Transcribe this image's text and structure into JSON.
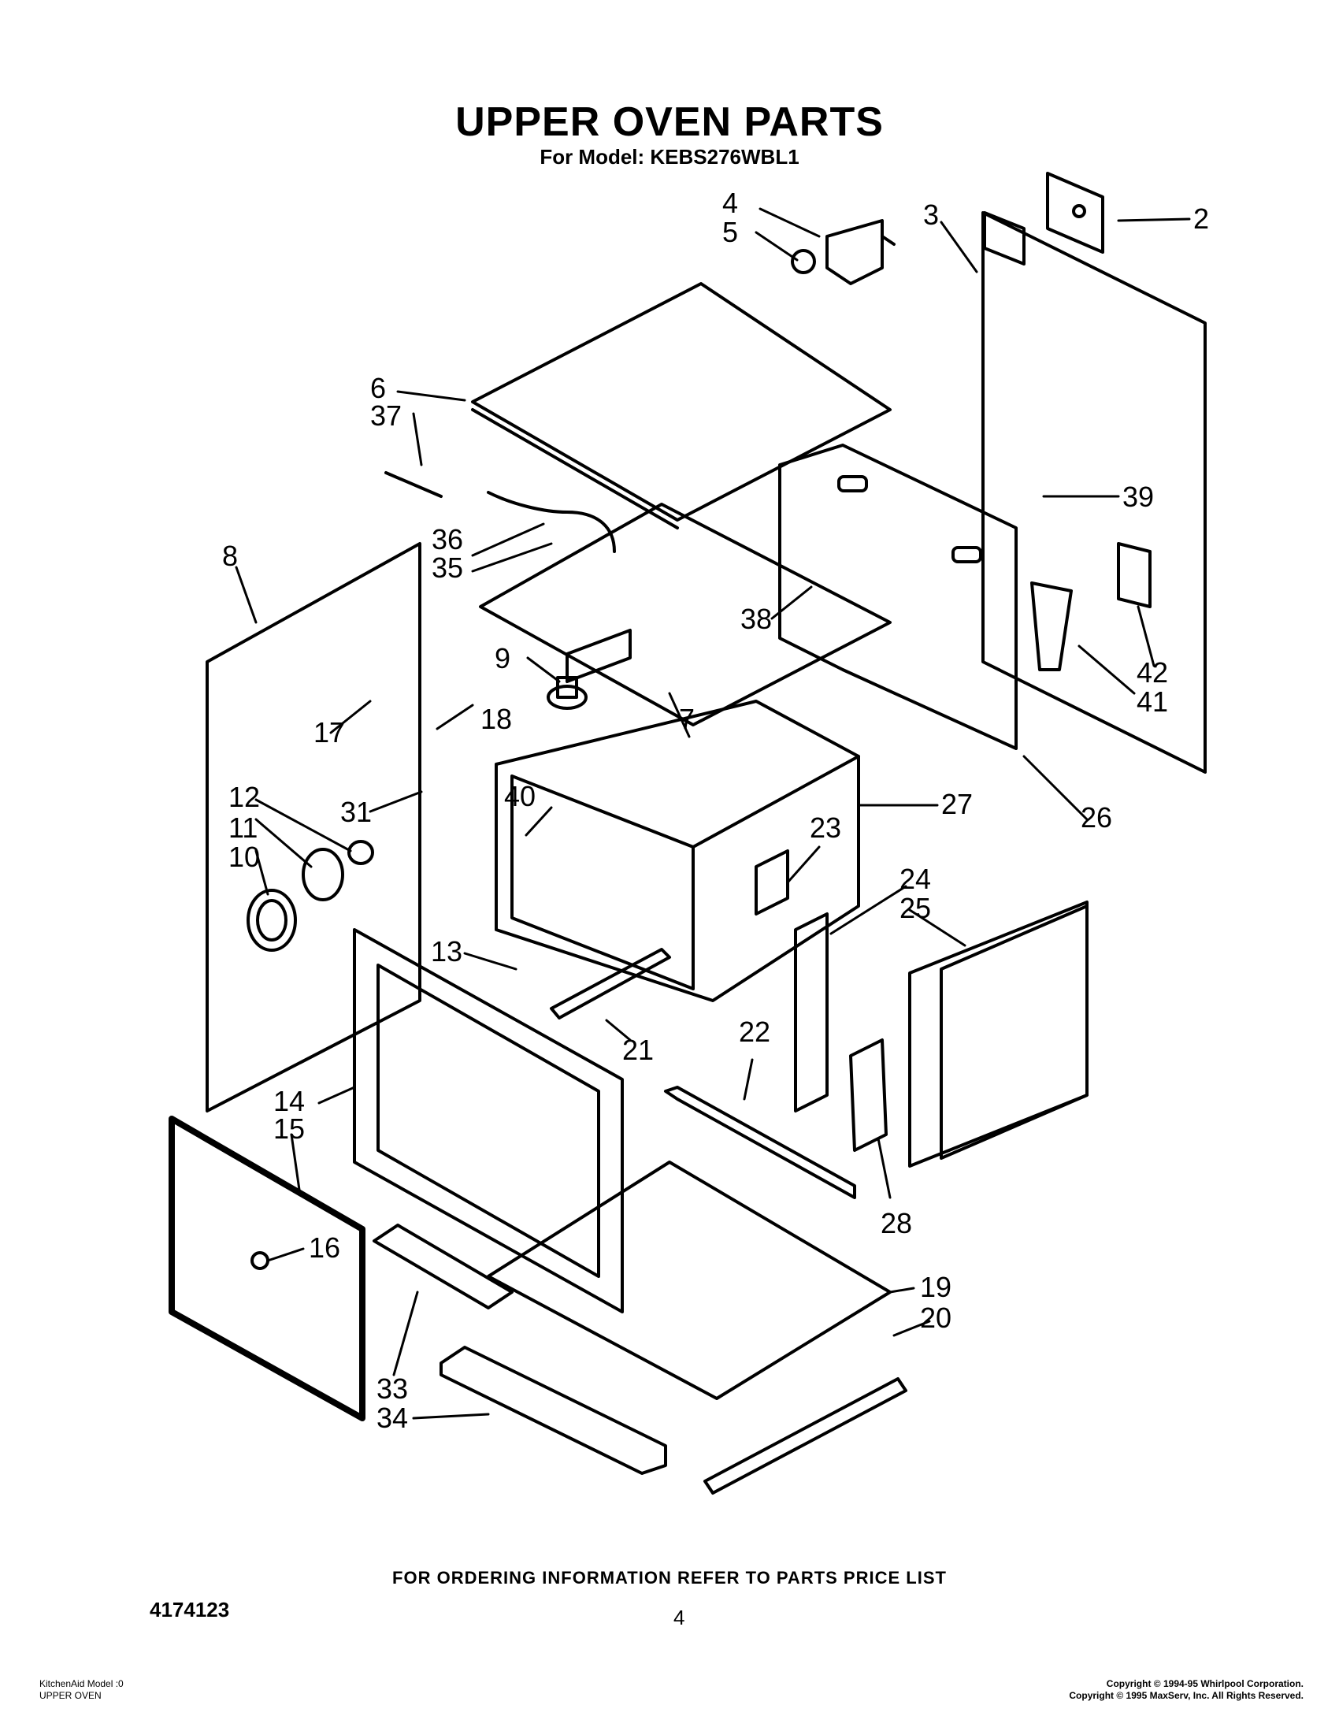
{
  "header": {
    "title": "UPPER OVEN PARTS",
    "model_line": "For Model: KEBS276WBL1"
  },
  "callouts": {
    "c2": "2",
    "c3": "3",
    "c4": "4",
    "c5": "5",
    "c6": "6",
    "c7": "7",
    "c8": "8",
    "c9": "9",
    "c10": "10",
    "c11": "11",
    "c12": "12",
    "c13": "13",
    "c14": "14",
    "c15": "15",
    "c16": "16",
    "c17": "17",
    "c18": "18",
    "c19": "19",
    "c20": "20",
    "c21": "21",
    "c22": "22",
    "c23": "23",
    "c24": "24",
    "c25": "25",
    "c26": "26",
    "c27": "27",
    "c28": "28",
    "c31": "31",
    "c33": "33",
    "c34": "34",
    "c35": "35",
    "c36": "36",
    "c37": "37",
    "c38": "38",
    "c39": "39",
    "c40": "40",
    "c41": "41",
    "c42": "42"
  },
  "footer": {
    "ordering_note": "FOR ORDERING INFORMATION REFER TO PARTS PRICE LIST",
    "document_number": "4174123",
    "page_number": "4",
    "source_line1": "KitchenAid Model :0",
    "source_line2": "UPPER OVEN",
    "copyright_line1": "Copyright © 1994-95 Whirlpool Corporation.",
    "copyright_line2": "Copyright © 1995 MaxServ, Inc. All Rights Reserved."
  }
}
